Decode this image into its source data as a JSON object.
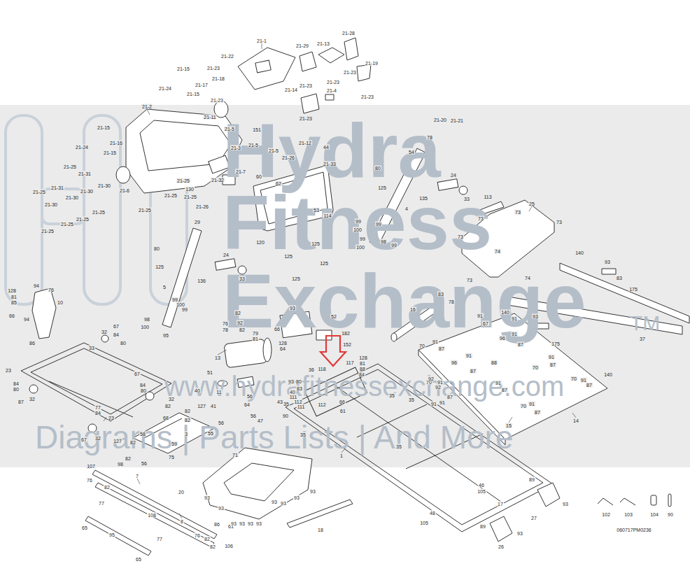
{
  "diagram": {
    "labels": [
      "Hydra",
      "Fitness",
      "Exchange",
      "TM",
      "www.hydrafitnessexchange.com",
      "Diagrams | Parts Lists | And More",
      "21-22",
      "21-23",
      "21-15",
      "21-24",
      "21-17",
      "21-15",
      "21-18",
      "21-23",
      "21-1",
      "21-29",
      "21-13",
      "21-28",
      "21-23",
      "21-23",
      "21-19",
      "21-23",
      "21-14",
      "21-4",
      "21-23",
      "21-23",
      "21-20",
      "21-21",
      "21-2",
      "21-11",
      "21-5",
      "151",
      "21-5",
      "21-5",
      "21-12",
      "44",
      "21-26",
      "21-33",
      "21-3",
      "21-7",
      "60",
      "21-32",
      "21-25",
      "130",
      "21-25",
      "21-26",
      "21-25",
      "21-6",
      "21-25",
      "21-15",
      "21-24",
      "21-16",
      "21-15",
      "21-25",
      "21-31",
      "21-25",
      "21-31",
      "21-30",
      "21-30",
      "21-30",
      "21-30",
      "21-25",
      "21-25",
      "21-25",
      "21-25",
      "120",
      "53",
      "114",
      "125",
      "125",
      "125",
      "125",
      "62",
      "78",
      "54",
      "80",
      "125",
      "135",
      "24",
      "33",
      "4",
      "99",
      "100",
      "99",
      "99",
      "100",
      "99",
      "98",
      "29",
      "80",
      "125",
      "136",
      "24",
      "33",
      "5",
      "98",
      "99",
      "100",
      "99",
      "100",
      "95",
      "113",
      "25",
      "73",
      "73",
      "73",
      "73",
      "73",
      "74",
      "74",
      "140",
      "93",
      "83",
      "175",
      "140",
      "37",
      "140",
      "93",
      "175",
      "16",
      "83",
      "78",
      "91",
      "67",
      "91",
      "70",
      "91",
      "87",
      "96",
      "91",
      "87",
      "88",
      "96",
      "91",
      "87",
      "70",
      "91",
      "87",
      "70",
      "91",
      "87",
      "70",
      "91",
      "87",
      "91",
      "87",
      "70",
      "91",
      "87",
      "15",
      "14",
      "93",
      "66",
      "82",
      "76",
      "78",
      "92",
      "82",
      "79",
      "81",
      "128",
      "64",
      "13",
      "40",
      "51",
      "11",
      "41",
      "56",
      "47",
      "56",
      "64",
      "52",
      "182",
      "152",
      "128",
      "81",
      "88",
      "84",
      "36",
      "118",
      "117",
      "80",
      "93",
      "83",
      "40",
      "111",
      "112",
      "111",
      "112",
      "35",
      "43",
      "90",
      "66",
      "61",
      "35",
      "35",
      "35",
      "1",
      "35",
      "92",
      "92",
      "91",
      "91",
      "89",
      "93",
      "27",
      "17",
      "46",
      "105",
      "48",
      "105",
      "89",
      "93",
      "26",
      "102",
      "103",
      "104",
      "90",
      "060717PM0236",
      "33",
      "32",
      "67",
      "84",
      "80",
      "23",
      "84",
      "80",
      "32",
      "87",
      "67",
      "84",
      "80",
      "32",
      "77",
      "84",
      "23",
      "32",
      "67",
      "127",
      "82",
      "82",
      "68",
      "82",
      "56",
      "55",
      "3",
      "59",
      "75",
      "127",
      "82",
      "58",
      "82",
      "56",
      "128",
      "94",
      "76",
      "81",
      "85",
      "10",
      "66",
      "94",
      "86",
      "107",
      "98",
      "76",
      "82",
      "7",
      "20",
      "108",
      "8",
      "77",
      "65",
      "95",
      "77",
      "65",
      "86",
      "61",
      "76",
      "82",
      "82",
      "106",
      "71",
      "93",
      "93",
      "93",
      "93",
      "93",
      "93",
      "93",
      "93",
      "93",
      "93",
      "18"
    ]
  }
}
